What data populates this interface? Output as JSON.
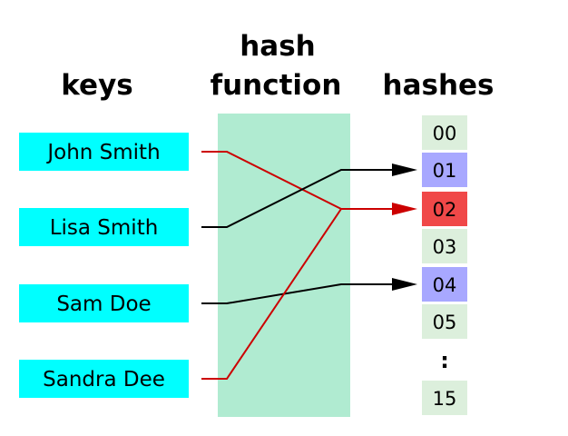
{
  "headings": {
    "keys": "keys",
    "function_line1": "hash",
    "function_line2": "function",
    "hashes": "hashes"
  },
  "keys": [
    {
      "label": "John Smith",
      "hash": "02"
    },
    {
      "label": "Lisa Smith",
      "hash": "01"
    },
    {
      "label": "Sam Doe",
      "hash": "04"
    },
    {
      "label": "Sandra Dee",
      "hash": "02"
    }
  ],
  "hashes": [
    {
      "label": "00",
      "state": "empty"
    },
    {
      "label": "01",
      "state": "used"
    },
    {
      "label": "02",
      "state": "collision"
    },
    {
      "label": "03",
      "state": "empty"
    },
    {
      "label": "04",
      "state": "used"
    },
    {
      "label": "05",
      "state": "empty"
    },
    {
      "label": ":",
      "state": "ellipsis"
    },
    {
      "label": "15",
      "state": "empty"
    }
  ],
  "colors": {
    "key_box": "#00ffff",
    "function_box": "#b0ebd1",
    "hash_empty": "#dcefdc",
    "hash_used": "#a8a8ff",
    "hash_collision": "#f04848",
    "line_normal": "#000000",
    "line_collision": "#cc0000"
  }
}
